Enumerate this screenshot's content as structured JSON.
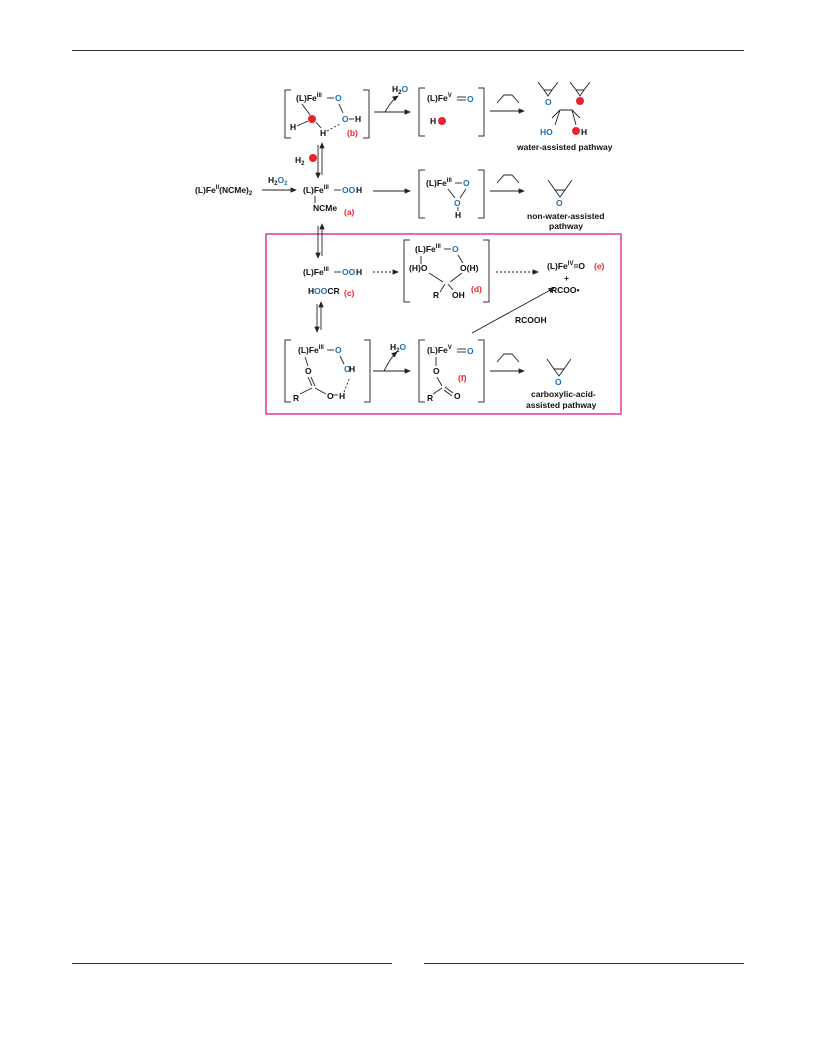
{
  "scheme": {
    "start": "(L)Fe",
    "start_ox": "II",
    "start_tail": "(NCMe)",
    "start_sub": "2",
    "h2o2": "H",
    "h2o2_sub1": "2",
    "h2o2_o": "O",
    "h2o2_sub2": "2",
    "fe": "(L)Fe",
    "ox_III": "III",
    "ox_V": "V",
    "ox_IV": "IV",
    "ooh": "OOH",
    "ncme": "NCMe",
    "hoocr": "HOOCR",
    "o": "O",
    "h": "H",
    "ho": "HO",
    "oh": "OH",
    "r": "R",
    "h_paren": "(H)",
    "o_h_paren": "O(H)",
    "h2o_h": "H",
    "h2o_sub": "2",
    "h2o_o": "O",
    "water_h2": "H",
    "water_sub": "2",
    "eq_dash": "–",
    "feIVo": "=O",
    "plus": "+",
    "rcoo": "RCOO•",
    "rcooh": "RCOOH",
    "labels": {
      "a": "(a)",
      "b": "(b)",
      "c": "(c)",
      "d": "(d)",
      "e": "(e)",
      "f": "(f)"
    },
    "pathways": {
      "water": "water-assisted pathway",
      "non_water_1": "non-water-assisted",
      "non_water_2": "pathway",
      "acid_1": "carboxylic-acid-",
      "acid_2": "assisted pathway"
    },
    "colors": {
      "oxygen": "#1f6fb8",
      "water_marker": "#e8242a",
      "label": "#e8242a",
      "highlight_box": "#e0399a"
    }
  }
}
